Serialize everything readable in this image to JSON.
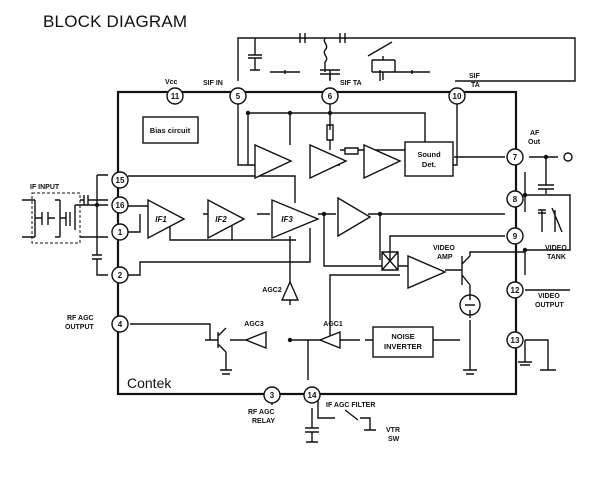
{
  "title": "BLOCK DIAGRAM",
  "watermark": "Contek",
  "blocks": {
    "bias": "Bias circuit",
    "sound_det_1": "Sound",
    "sound_det_2": "Det.",
    "noise_inv_1": "NOISE",
    "noise_inv_2": "INVERTER"
  },
  "amps": {
    "if1": "IF1",
    "if2": "IF2",
    "if3": "IF3",
    "agc1": "AGC1",
    "agc2": "AGC2",
    "agc3": "AGC3"
  },
  "pins": [
    "1",
    "2",
    "3",
    "4",
    "5",
    "6",
    "7",
    "8",
    "9",
    "10",
    "11",
    "12",
    "13",
    "14",
    "15",
    "16"
  ],
  "labels": {
    "vcc": "Vcc",
    "sif_in": "SIF IN",
    "sif_ta_6": "SIF TA",
    "sif_ta_10a": "SIF",
    "sif_ta_10b": "TA",
    "af_out_1": "AF",
    "af_out_2": "Out",
    "if_input": "IF INPUT",
    "video_amp_1": "VIDEO",
    "video_amp_2": "AMP",
    "video_tank_1": "VIDEO",
    "video_tank_2": "TANK",
    "video_output_1": "VIDEO",
    "video_output_2": "OUTPUT",
    "rf_agc_output_1": "RF AGC",
    "rf_agc_output_2": "OUTPUT",
    "rf_agc_relay_1": "RF AGC",
    "rf_agc_relay_2": "RELAY",
    "if_agc_filter": "IF AGC FILTER",
    "vtr_sw_1": "VTR",
    "vtr_sw_2": "SW"
  }
}
